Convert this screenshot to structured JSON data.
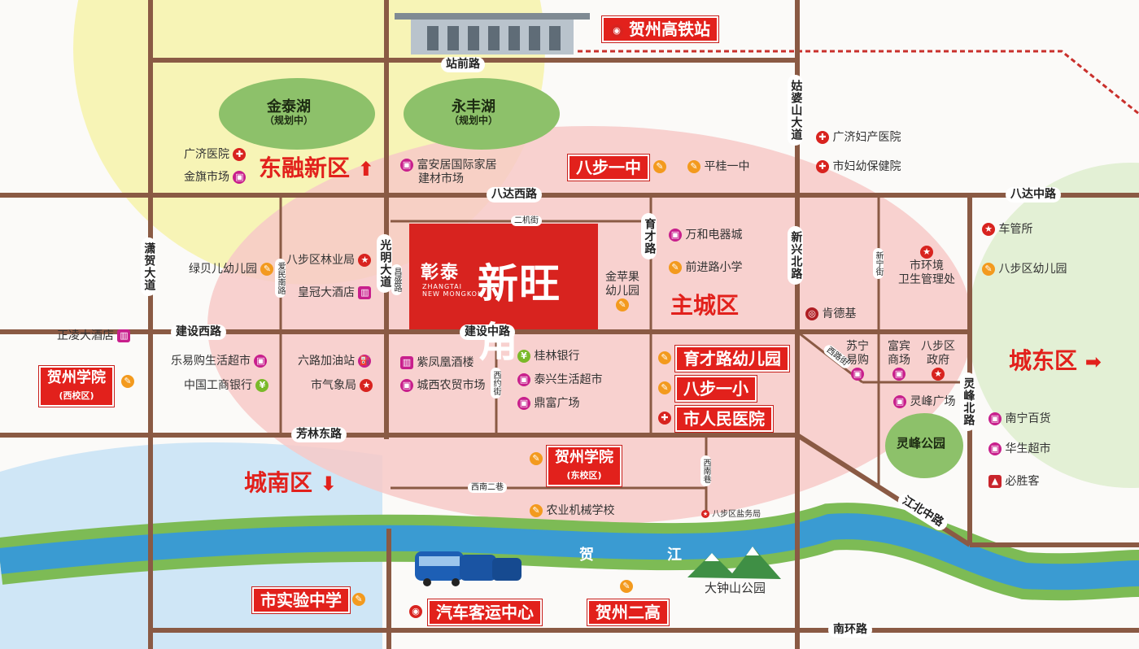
{
  "colors": {
    "road": "#8a5a44",
    "pink_zone": "#f7c9c8",
    "blue_zone": "#cfe6f6",
    "yellow_zone": "#f7f4b6",
    "green_zone": "#e3f0d5",
    "accent": "#e2211c",
    "river": "#3a9bd2",
    "lake": "#8dc16a"
  },
  "top_station": {
    "label": "贺州高铁站",
    "icon": "train-icon"
  },
  "roads": {
    "zhanqian": "站前路",
    "badaxi": "八达西路",
    "badazhong": "八达中路",
    "jianshexi": "建设西路",
    "jianshezhong": "建设中路",
    "fanglindong": "芳林东路",
    "nanhuan": "南环路",
    "jiangbei": "江北中路",
    "gupo": "姑婆山大道",
    "xinxing": "新兴北路",
    "guangming": "光明大道",
    "yucai": "育才路",
    "xiaohe": "潇贺大道",
    "lingfeng": "灵峰北路",
    "erjijie": "二机街",
    "xiyuejie": "西约街",
    "xinanxiang": "西南巷",
    "xinaner": "西南二巷",
    "aiminnan": "爱民南路",
    "changshenglu": "昌盛路",
    "xinning": "新宁街",
    "xiluojie": "西路街"
  },
  "lakes": [
    {
      "name": "金泰湖",
      "note": "（规划中）"
    },
    {
      "name": "永丰湖",
      "note": "（规划中）"
    }
  ],
  "park_lingfeng": "灵峰公园",
  "park_dazhongshan": "大钟山公园",
  "river": [
    "贺",
    "江"
  ],
  "project": {
    "name_cn": "彰泰",
    "name_en_1": "ZHANGTAI",
    "name_en_2": "NEW MONGKOK",
    "title": "新旺角"
  },
  "districts": {
    "dongrong": "东融新区",
    "zhucheng": "主城区",
    "chengdong": "城东区",
    "chengnan": "城南区"
  },
  "badges": {
    "babu_yizhong": "八步一中",
    "hezhou_xiyuan": "贺州学院",
    "hezhou_xiyuan_sub": "(西校区)",
    "yucai_kindergarten": "育才路幼儿园",
    "babu_yixiao": "八步一小",
    "city_hospital": "市人民医院",
    "hezhou_dongyuan": "贺州学院",
    "hezhou_dongyuan_sub": "(东校区)",
    "shiyan_middle": "市实验中学",
    "bus_center": "汽车客运中心",
    "hezhou_ergao": "贺州二高"
  },
  "pois": {
    "guangji_hospital": "广济医院",
    "jinqi_market": "金旗市场",
    "fuanju": "富安居国际家居",
    "fuanju2": "建材市场",
    "pinggui": "平桂一中",
    "guangxi_maternity": "广济妇产医院",
    "maternity_health": "市妇幼保健院",
    "lvbeier": "绿贝儿幼儿园",
    "forestry": "八步区林业局",
    "huangguan": "皇冠大酒店",
    "wanhe": "万和电器城",
    "qianjin": "前进路小学",
    "jinpingguo1": "金苹果",
    "jinpingguo2": "幼儿园",
    "chezhensuo": "车管所",
    "babu_kindergarten": "八步区幼儿园",
    "huanjing1": "市环境",
    "huanjing2": "卫生管理处",
    "kfc": "肯德基",
    "zhengling": "正凌大酒店",
    "leyigou": "乐易购生活超市",
    "icbc": "中国工商银行",
    "liulu_gas": "六路加油站",
    "weather": "市气象局",
    "zifenghuang": "紫凤凰酒楼",
    "chengxi_market": "城西农贸市场",
    "guilin_bank": "桂林银行",
    "taixing": "泰兴生活超市",
    "dingfu": "鼎富广场",
    "suning1": "苏宁",
    "suning2": "易购",
    "fubin1": "富宾",
    "fubin2": "商场",
    "babu_gov1": "八步区",
    "babu_gov2": "政府",
    "lingfeng_plaza": "灵峰广场",
    "nanning_dept": "南宁百货",
    "huasheng": "华生超市",
    "pizzahut": "必胜客",
    "nongji": "农业机械学校",
    "yanwu": "八步区盐务局"
  }
}
